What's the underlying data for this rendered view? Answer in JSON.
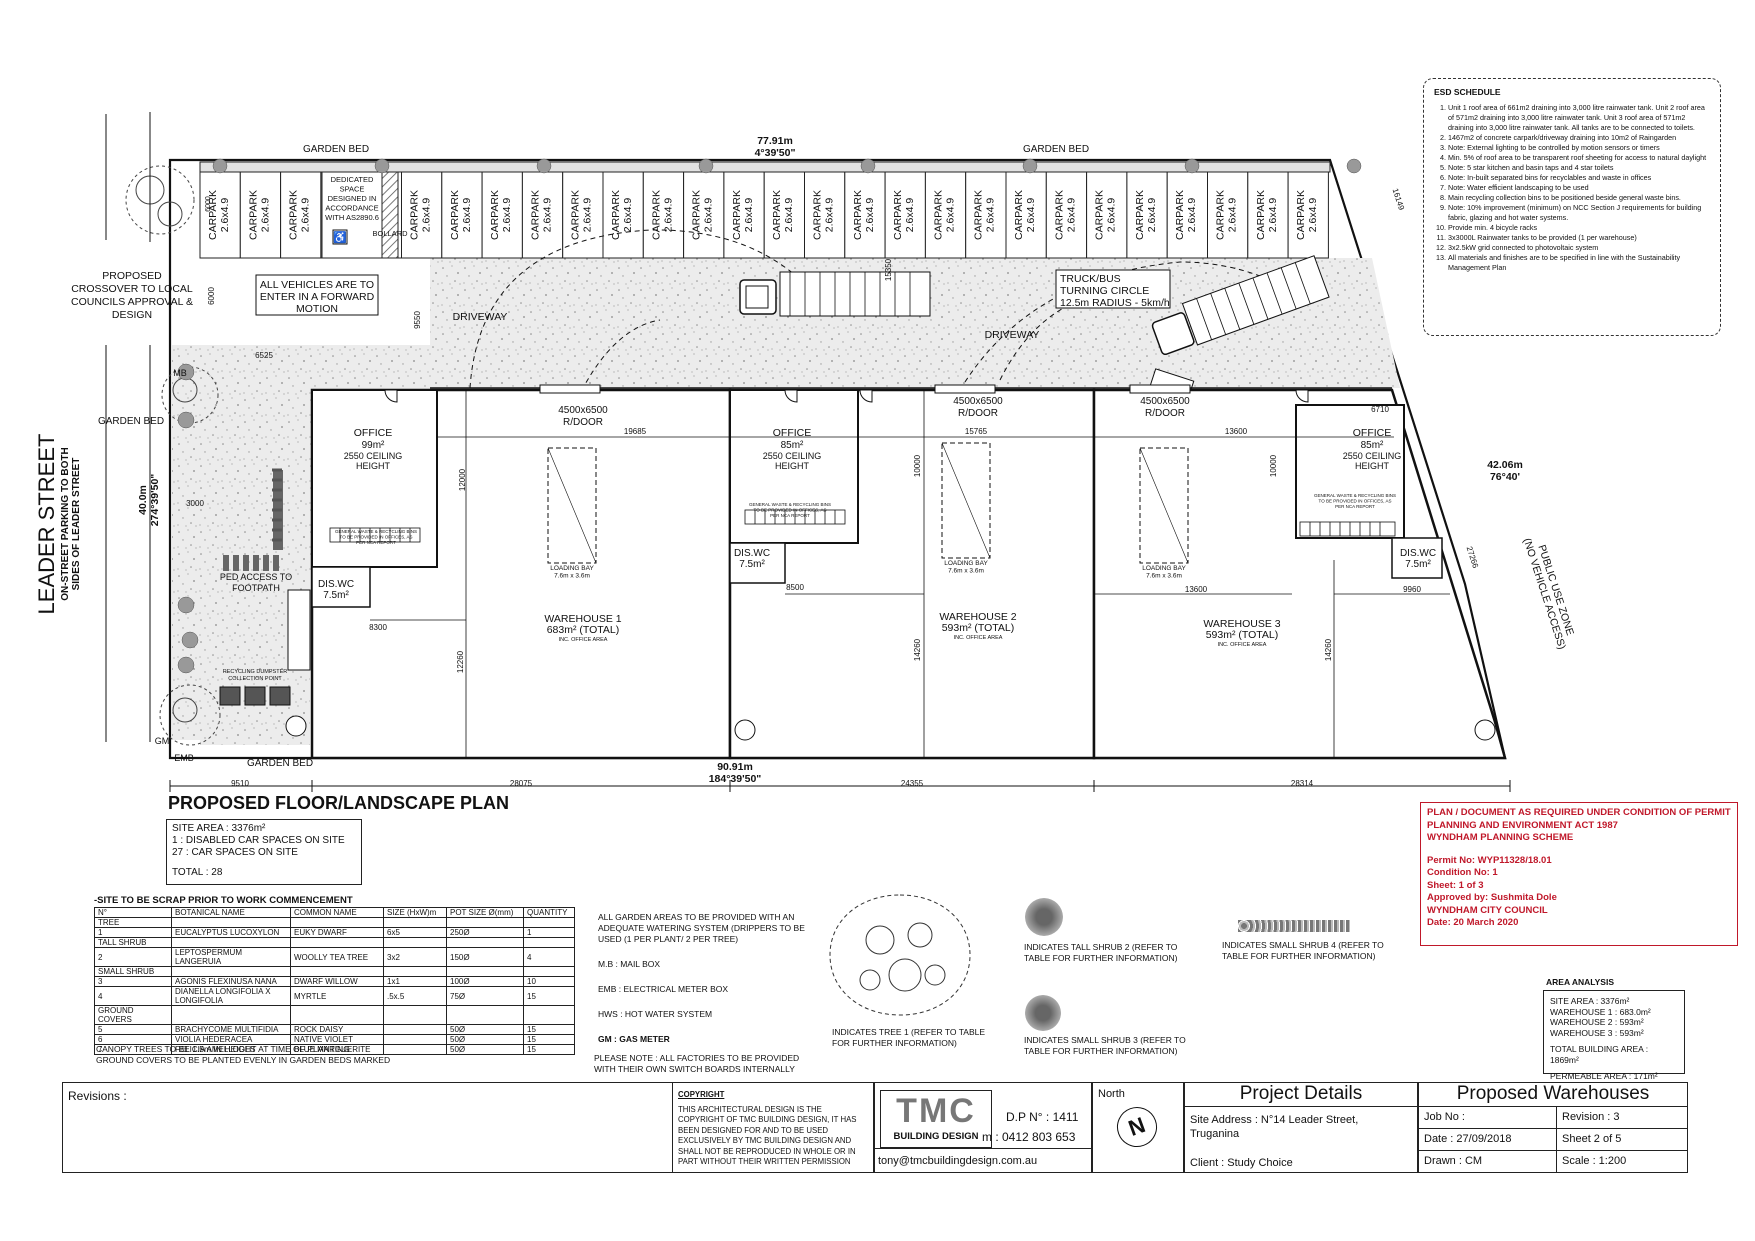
{
  "plan_title": "PROPOSED FLOOR/LANDSCAPE PLAN",
  "street": {
    "name": "LEADER STREET",
    "note_line1": "ON-STREET PARKING TO BOTH",
    "note_line2": "SIDES OF LEADER STREET"
  },
  "crossover": [
    "PROPOSED",
    "CROSSOVER TO LOCAL",
    "COUNCILS APPROVAL &",
    "DESIGN"
  ],
  "public_zone": [
    "PUBLIC USE ZONE",
    "(NO VEHICLE ACCESS)"
  ],
  "boundaries": {
    "top_len": "77.91m",
    "top_brg": "4°39'50\"",
    "bottom_len": "90.91m",
    "bottom_brg": "184°39'50\"",
    "left_len": "40.0m",
    "left_brg": "274°39'50\"",
    "right_len": "42.06m",
    "right_brg": "76°40'"
  },
  "garden_bed": "GARDEN BED",
  "carpark": {
    "label": "CARPARK",
    "size": "2.6x4.9"
  },
  "disabled_space": [
    "DEDICATED",
    "SPACE",
    "DESIGNED IN",
    "ACCORDANCE",
    "WITH AS2890.6"
  ],
  "bollard": "BOLLARD",
  "forward_motion": [
    "ALL VEHICLES ARE TO",
    "ENTER IN A FORWARD",
    "MOTION"
  ],
  "driveway": "DRIVEWAY",
  "truck_circle": [
    "TRUCK/BUS",
    "TURNING CIRCLE",
    "12.5m RADIUS - 5km/h"
  ],
  "rdoor": [
    "4500x6500",
    "R/DOOR"
  ],
  "loading_bay": [
    "LOADING BAY",
    "7.6m x 3.6m"
  ],
  "units": [
    {
      "office": "OFFICE",
      "area": "99m²",
      "ceiling": [
        "2550 CEILING",
        "HEIGHT"
      ],
      "warehouse": "WAREHOUSE 1",
      "total": "683m² (TOTAL)"
    },
    {
      "office": "OFFICE",
      "area": "85m²",
      "ceiling": [
        "2550 CEILING",
        "HEIGHT"
      ],
      "warehouse": "WAREHOUSE 2",
      "total": "593m² (TOTAL)"
    },
    {
      "office": "OFFICE",
      "area": "85m²",
      "ceiling": [
        "2550 CEILING",
        "HEIGHT"
      ],
      "warehouse": "WAREHOUSE 3",
      "total": "593m² (TOTAL)"
    }
  ],
  "inc_office": "INC. OFFICE AREA",
  "bins_note": [
    "GENERAL WASTE & RECYCLING BINS",
    "TO BE PROVIDED IN OFFICES, AS",
    "PER NCA REPORT"
  ],
  "dis_wc": [
    "DIS.WC",
    "7.5m²"
  ],
  "ped_access": [
    "PED ACCESS TO",
    "FOOTPATH"
  ],
  "recycling": [
    "RECYCLING DUMPSTER",
    "COLLECTION POINT"
  ],
  "mb": "MB",
  "gm": "GM",
  "emb": "EMB",
  "dims": {
    "d6000": "6000",
    "d6525": "6525",
    "d9550": "9550",
    "d15350": "15350",
    "d19685": "19685",
    "d12000": "12000",
    "d3000": "3000",
    "d8300": "8300",
    "d12260": "12260",
    "d15765": "15765",
    "d10000a": "10000",
    "d8500": "8500",
    "d14260a": "14260",
    "d6710": "6710",
    "d13600a": "13600",
    "d10000b": "10000",
    "d13600b": "13600",
    "d9960": "9960",
    "d14260b": "14260",
    "d16149": "16149",
    "d27266": "27266",
    "b9510": "9510",
    "b28075": "28075",
    "b24355": "24355",
    "b28314": "28314",
    "d6000v": "6000"
  },
  "site_summary": {
    "area": "SITE AREA : 3376m²",
    "disabled": "1 : DISABLED CAR SPACES ON SITE",
    "cars": "27 : CAR SPACES ON SITE",
    "total": "TOTAL : 28"
  },
  "scrap_note": "-SITE TO BE SCRAP PRIOR TO WORK COMMENCEMENT",
  "plant_table": {
    "headers": [
      "N°",
      "BOTANICAL NAME",
      "COMMON NAME",
      "SIZE (HxW)m",
      "POT SIZE Ø(mm)",
      "QUANTITY"
    ],
    "rows": [
      [
        "TREE",
        "",
        "",
        "",
        "",
        ""
      ],
      [
        "1",
        "EUCALYPTUS LUCOXYLON",
        "EUKY DWARF",
        "6x5",
        "250Ø",
        "1"
      ],
      [
        "TALL SHRUB",
        "",
        "",
        "",
        "",
        ""
      ],
      [
        "2",
        "LEPTOSPERMUM LANGERUIA",
        "WOOLLY TEA TREE",
        "3x2",
        "150Ø",
        "4"
      ],
      [
        "SMALL SHRUB",
        "",
        "",
        "",
        "",
        ""
      ],
      [
        "3",
        "AGONIS FLEXINUSA NANA",
        "DWARF WILLOW",
        "1x1",
        "100Ø",
        "10"
      ],
      [
        "4",
        "DIANELLA LONGIFOLIA X LONGIFOLIA",
        "MYRTLE",
        ".5x.5",
        "75Ø",
        "15"
      ],
      [
        "GROUND COVERS",
        "",
        "",
        "",
        "",
        ""
      ],
      [
        "5",
        "BRACHYCOME MULTIFIDIA",
        "ROCK DAISY",
        "",
        "50Ø",
        "15"
      ],
      [
        "6",
        "VIOLIA HEDERACEA",
        "NATIVE VIOLET",
        "",
        "50Ø",
        "15"
      ],
      [
        "7",
        "FELICIA AMELLODES",
        "BLUE MARGUERITE",
        "",
        "50Ø",
        "15"
      ]
    ],
    "note1": "CANOPY TREES TO BE 1.5m IN HEIGHT AT TIME OF PLANTING",
    "note2": "GROUND COVERS TO BE PLANTED EVENLY IN GARDEN BEDS MARKED"
  },
  "notes": {
    "garden1": "ALL GARDEN AREAS TO BE PROVIDED WITH AN",
    "garden2": "ADEQUATE WATERING SYSTEM (DRIPPERS TO BE",
    "garden3": "USED (1 PER PLANT/ 2 PER TREE)",
    "mb": "M.B : MAIL BOX",
    "emb": "EMB : ELECTRICAL METER BOX",
    "hws": "HWS : HOT WATER SYSTEM",
    "gm": "GM : GAS METER",
    "pn1": "PLEASE NOTE : ALL FACTORIES TO BE PROVIDED",
    "pn2": "WITH THEIR OWN SWITCH BOARDS INTERNALLY"
  },
  "legend": {
    "tree1": [
      "INDICATES TREE 1 (REFER TO TABLE",
      "FOR FURTHER INFORMATION)"
    ],
    "shrub2": [
      "INDICATES TALL SHRUB 2 (REFER TO",
      "TABLE FOR FURTHER INFORMATION)"
    ],
    "shrub3": [
      "INDICATES SMALL SHRUB 3 (REFER TO",
      "TABLE FOR FURTHER INFORMATION)"
    ],
    "shrub4": [
      "INDICATES SMALL SHRUB 4 (REFER TO",
      "TABLE FOR FURTHER INFORMATION)"
    ]
  },
  "esd": {
    "title": "ESD SCHEDULE",
    "items": [
      "Unit 1 roof area of 661m2 draining into 3,000 litre rainwater tank. Unit 2 roof area of 571m2 draining into 3,000 litre rainwater tank. Unit 3 roof area of 571m2 draining into 3,000 litre rainwater tank. All tanks are to be connected to toilets.",
      "1467m2 of concrete carpark/driveway draining into 10m2 of Raingarden",
      "Note: External lighting to be controlled by motion sensors or timers",
      "Min. 5% of roof area to be transparent roof sheeting for access to natural daylight",
      "Note: 5 star kitchen and basin taps and 4 star toilets",
      "Note: In-built separated bins for recyclables and waste in offices",
      "Note: Water efficient landscaping to be used",
      "Main recycling collection bins to be positioned beside general waste bins.",
      "Note: 10% improvement (minimum) on NCC Section J requirements for building fabric, glazing and hot water systems.",
      "Provide min. 4 bicycle racks",
      "3x3000L Rainwater tanks to be provided (1 per warehouse)",
      "3x2.5kW grid connected to photovoltaic system",
      "All materials and finishes are to be specified in line with the Sustainability Management Plan"
    ]
  },
  "permit": {
    "l1": "PLAN / DOCUMENT AS REQUIRED UNDER CONDITION OF PERMIT",
    "l2": "PLANNING AND ENVIRONMENT ACT 1987",
    "l3": "WYNDHAM PLANNING SCHEME",
    "l4": "Permit No:  WYP11328/18.01",
    "l5": "Condition No:  1",
    "l6": "Sheet:  1 of 3",
    "l7": "Approved by:  Sushmita Dole",
    "l8": "WYNDHAM CITY COUNCIL",
    "l9": "Date:  20 March 2020"
  },
  "area_analysis": {
    "title": "AREA ANALYSIS",
    "site": "SITE AREA : 3376m²",
    "w1": "WAREHOUSE 1 : 683.0m²",
    "w2": "WAREHOUSE 2 : 593m²",
    "w3": "WAREHOUSE 3 : 593m²",
    "total": "TOTAL BUILDING AREA : 1869m²",
    "permeable": "PERMEABLE AREA : 171m²"
  },
  "title_block": {
    "revisions": "Revisions :",
    "copyright_title": "COPYRIGHT",
    "copyright": [
      "THIS ARCHITECTURAL DESIGN IS THE",
      "COPYRIGHT OF TMC BUILDING DESIGN, IT HAS",
      "BEEN DESIGNED FOR AND TO BE USED",
      "EXCLUSIVELY BY TMC BUILDING DESIGN AND",
      "SHALL NOT BE REPRODUCED IN WHOLE OR IN",
      "PART WITHOUT THEIR WRITTEN PERMISSION"
    ],
    "logo": "TMC",
    "logo_sub": "BUILDING DESIGN",
    "dp": "D.P N° : 1411",
    "mobile": "m : 0412 803 653",
    "email": "tony@tmcbuildingdesign.com.au",
    "north": "North",
    "north_letter": "N",
    "project_details": "Project Details",
    "address1": "Site Address : N°14 Leader Street,",
    "address2": "Truganina",
    "client": "Client : Study Choice",
    "project_name": "Proposed Warehouses",
    "job": "Job No :",
    "revision": "Revision : 3",
    "date": "Date : 27/09/2018",
    "sheet": "Sheet 2 of 5",
    "drawn": "Drawn : CM",
    "scale": "Scale : 1:200"
  },
  "colors": {
    "ink": "#111111",
    "hatch": "#9a9a9a",
    "permit": "#c0182a"
  }
}
